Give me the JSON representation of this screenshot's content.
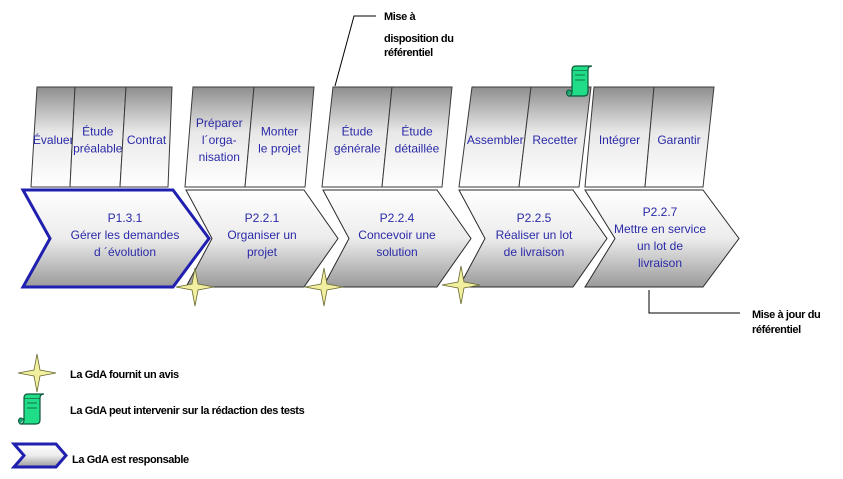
{
  "annotations": {
    "top_note": [
      "Mise à",
      "disposition du",
      "référentiel"
    ],
    "bottom_note": [
      "Mise à jour du",
      "référentiel"
    ]
  },
  "tasks": [
    [
      "Évaluer"
    ],
    [
      "Étude",
      "préalable"
    ],
    [
      "Contrat"
    ],
    [
      "Préparer",
      "l´orga-",
      "nisation"
    ],
    [
      "Monter",
      "le projet"
    ],
    [
      "Étude",
      "générale"
    ],
    [
      "Étude",
      "détaillée"
    ],
    [
      "Assembler"
    ],
    [
      "Recetter"
    ],
    [
      "Intégrer"
    ],
    [
      "Garantir"
    ]
  ],
  "processes": [
    {
      "code": "P1.3.1",
      "lines": [
        "Gérer les demandes",
        "d ´évolution"
      ],
      "responsible": true
    },
    {
      "code": "P2.2.1",
      "lines": [
        "Organiser un",
        "projet"
      ],
      "responsible": false
    },
    {
      "code": "P2.2.4",
      "lines": [
        "Concevoir une",
        "solution"
      ],
      "responsible": false
    },
    {
      "code": "P2.2.5",
      "lines": [
        "Réaliser un lot",
        "de livraison"
      ],
      "responsible": false
    },
    {
      "code": "P2.2.7",
      "lines": [
        "Mettre en service",
        "un lot de",
        "livraison"
      ],
      "responsible": false
    }
  ],
  "legend": {
    "star": "La GdA fournit un avis",
    "scroll": "La GdA peut intervenir sur la rédaction des tests",
    "chevron": "La GdA est responsable"
  },
  "colors": {
    "text_blue": "#2a2aa8",
    "responsible_border": "#2020b0",
    "star": "#f2f0a0",
    "scroll": "#22dd88"
  }
}
